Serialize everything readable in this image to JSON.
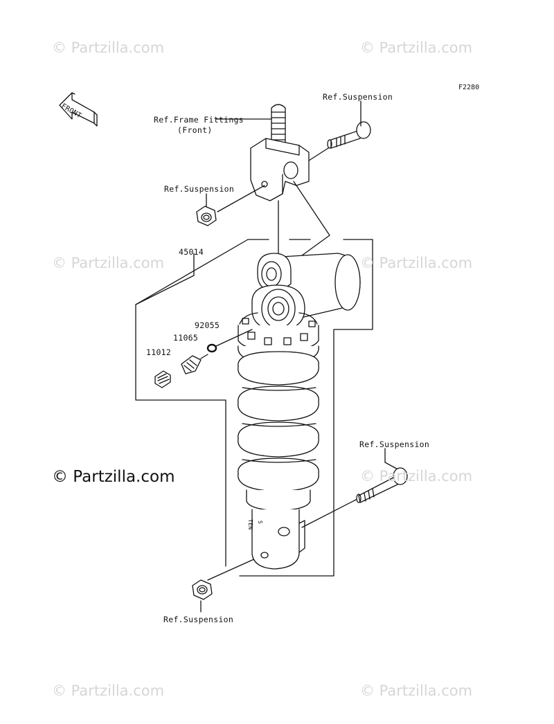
{
  "diagram_code": "F2280",
  "direction_label": "FRONT",
  "labels": {
    "ref_frame_line1": "Ref.Frame Fittings",
    "ref_frame_line2": "(Front)",
    "ref_susp_top_right": "Ref.Suspension",
    "ref_susp_top_left": "Ref.Suspension",
    "ref_susp_mid_right": "Ref.Suspension",
    "ref_susp_bottom": "Ref.Suspension"
  },
  "parts": {
    "p45014": "45014",
    "p92055": "92055",
    "p11065": "11065",
    "p11012": "11012"
  },
  "shock_text": {
    "line1": "TEN",
    "line2": "S"
  },
  "watermarks": {
    "text": "© Partzilla.com",
    "prominent": "© Partzilla.com"
  }
}
